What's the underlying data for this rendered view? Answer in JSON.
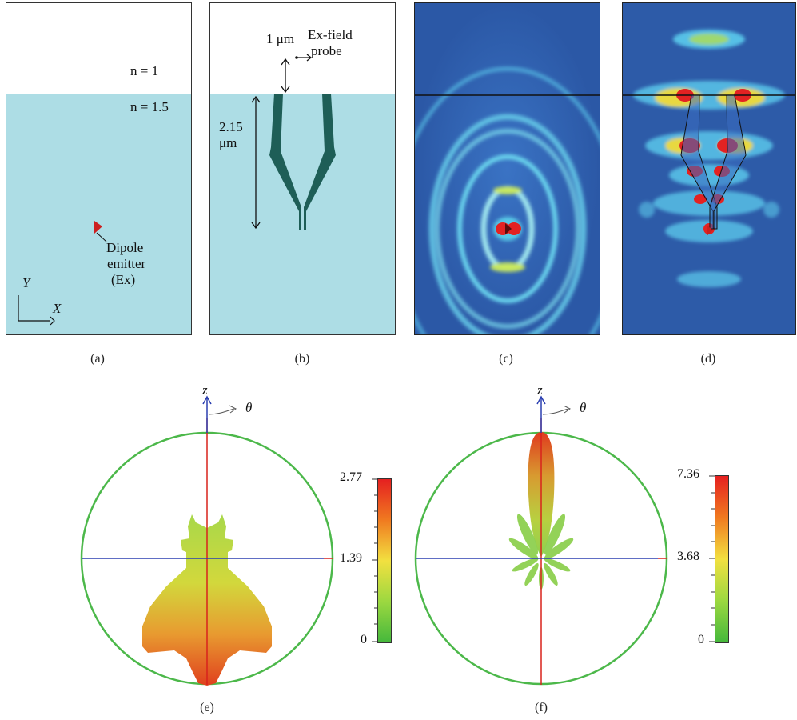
{
  "colors": {
    "substrate": "#addde5",
    "air": "#ffffff",
    "antenna": "#1e5e57",
    "field_bg": "#2f5fb0",
    "dipole": "#cc1f1f",
    "circle": "#4cb84a",
    "axis_red": "#d8221c",
    "axis_blue": "#2b3fb0"
  },
  "panels": {
    "a": {
      "caption": "(a)",
      "n_air": "n = 1",
      "n_sub": "n = 1.5",
      "emitter_label_1": "Dipole",
      "emitter_label_2": "emitter",
      "emitter_label_3": "(Ex)",
      "axis_y": "Y",
      "axis_x": "X"
    },
    "b": {
      "caption": "(b)",
      "dist_1um": "1 μm",
      "probe_1": "Ex-field",
      "probe_2": "probe",
      "len_1": "2.15",
      "len_2": "μm"
    },
    "c": {
      "caption": "(c)",
      "icon": "field-map-no-antenna"
    },
    "d": {
      "caption": "(d)",
      "icon": "field-map-with-antenna"
    },
    "e": {
      "caption": "(e)",
      "axis_z": "z",
      "axis_theta": "θ",
      "colorbar": {
        "max": "2.77",
        "mid": "1.39",
        "min": "0"
      }
    },
    "f": {
      "caption": "(f)",
      "axis_z": "z",
      "axis_theta": "θ",
      "colorbar": {
        "max": "7.36",
        "mid": "3.68",
        "min": "0"
      }
    }
  }
}
